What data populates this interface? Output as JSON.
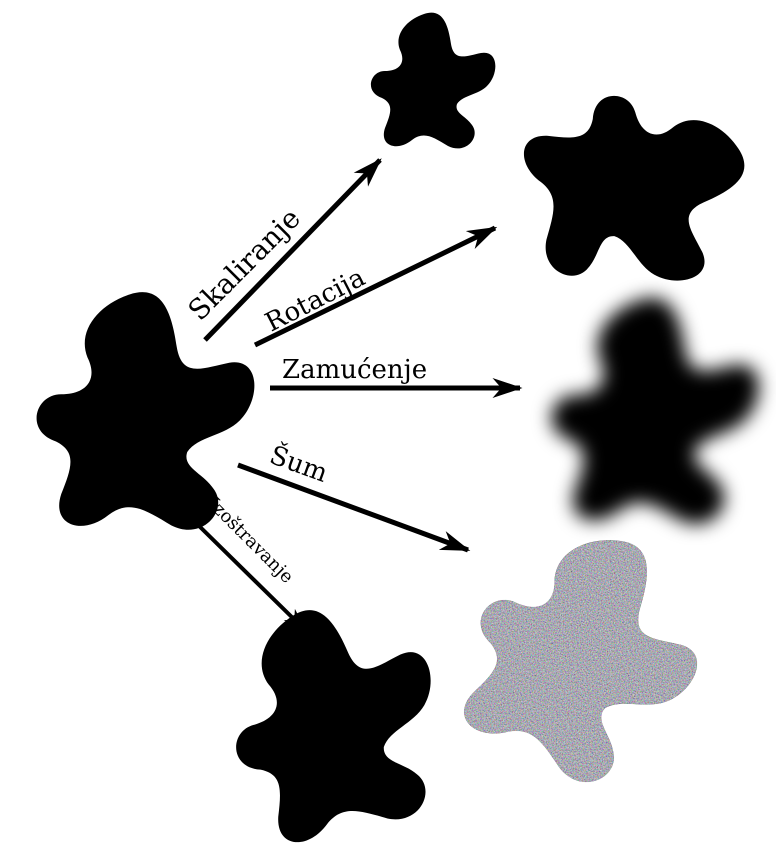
{
  "labels": {
    "scale": "Skaliranje",
    "rotation": "Rotacija",
    "blur": "Zamućenje",
    "noise": "Šum",
    "sharpen": "Izoštravanje"
  },
  "colors": {
    "blob": "#000000",
    "background": "#ffffff"
  }
}
